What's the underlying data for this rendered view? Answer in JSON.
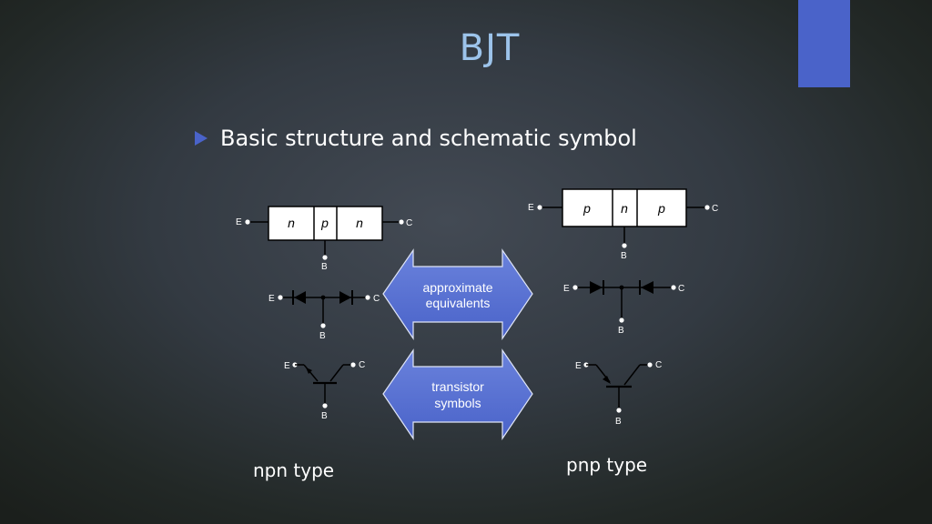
{
  "slide": {
    "title": "BJT",
    "bullet": "Basic structure and schematic symbol"
  },
  "npn": {
    "regions": [
      "n",
      "p",
      "n"
    ],
    "terminals": {
      "emitter": "E",
      "base": "B",
      "collector": "C"
    },
    "caption": "npn type"
  },
  "pnp": {
    "regions": [
      "p",
      "n",
      "p"
    ],
    "terminals": {
      "emitter": "E",
      "base": "B",
      "collector": "C"
    },
    "caption": "pnp type"
  },
  "arrows": {
    "approx_line1": "approximate",
    "approx_line2": "equivalents",
    "symbols_line1": "transistor",
    "symbols_line2": "symbols"
  },
  "colors": {
    "accent": "#4a63c9",
    "title": "#9cc3ea"
  }
}
